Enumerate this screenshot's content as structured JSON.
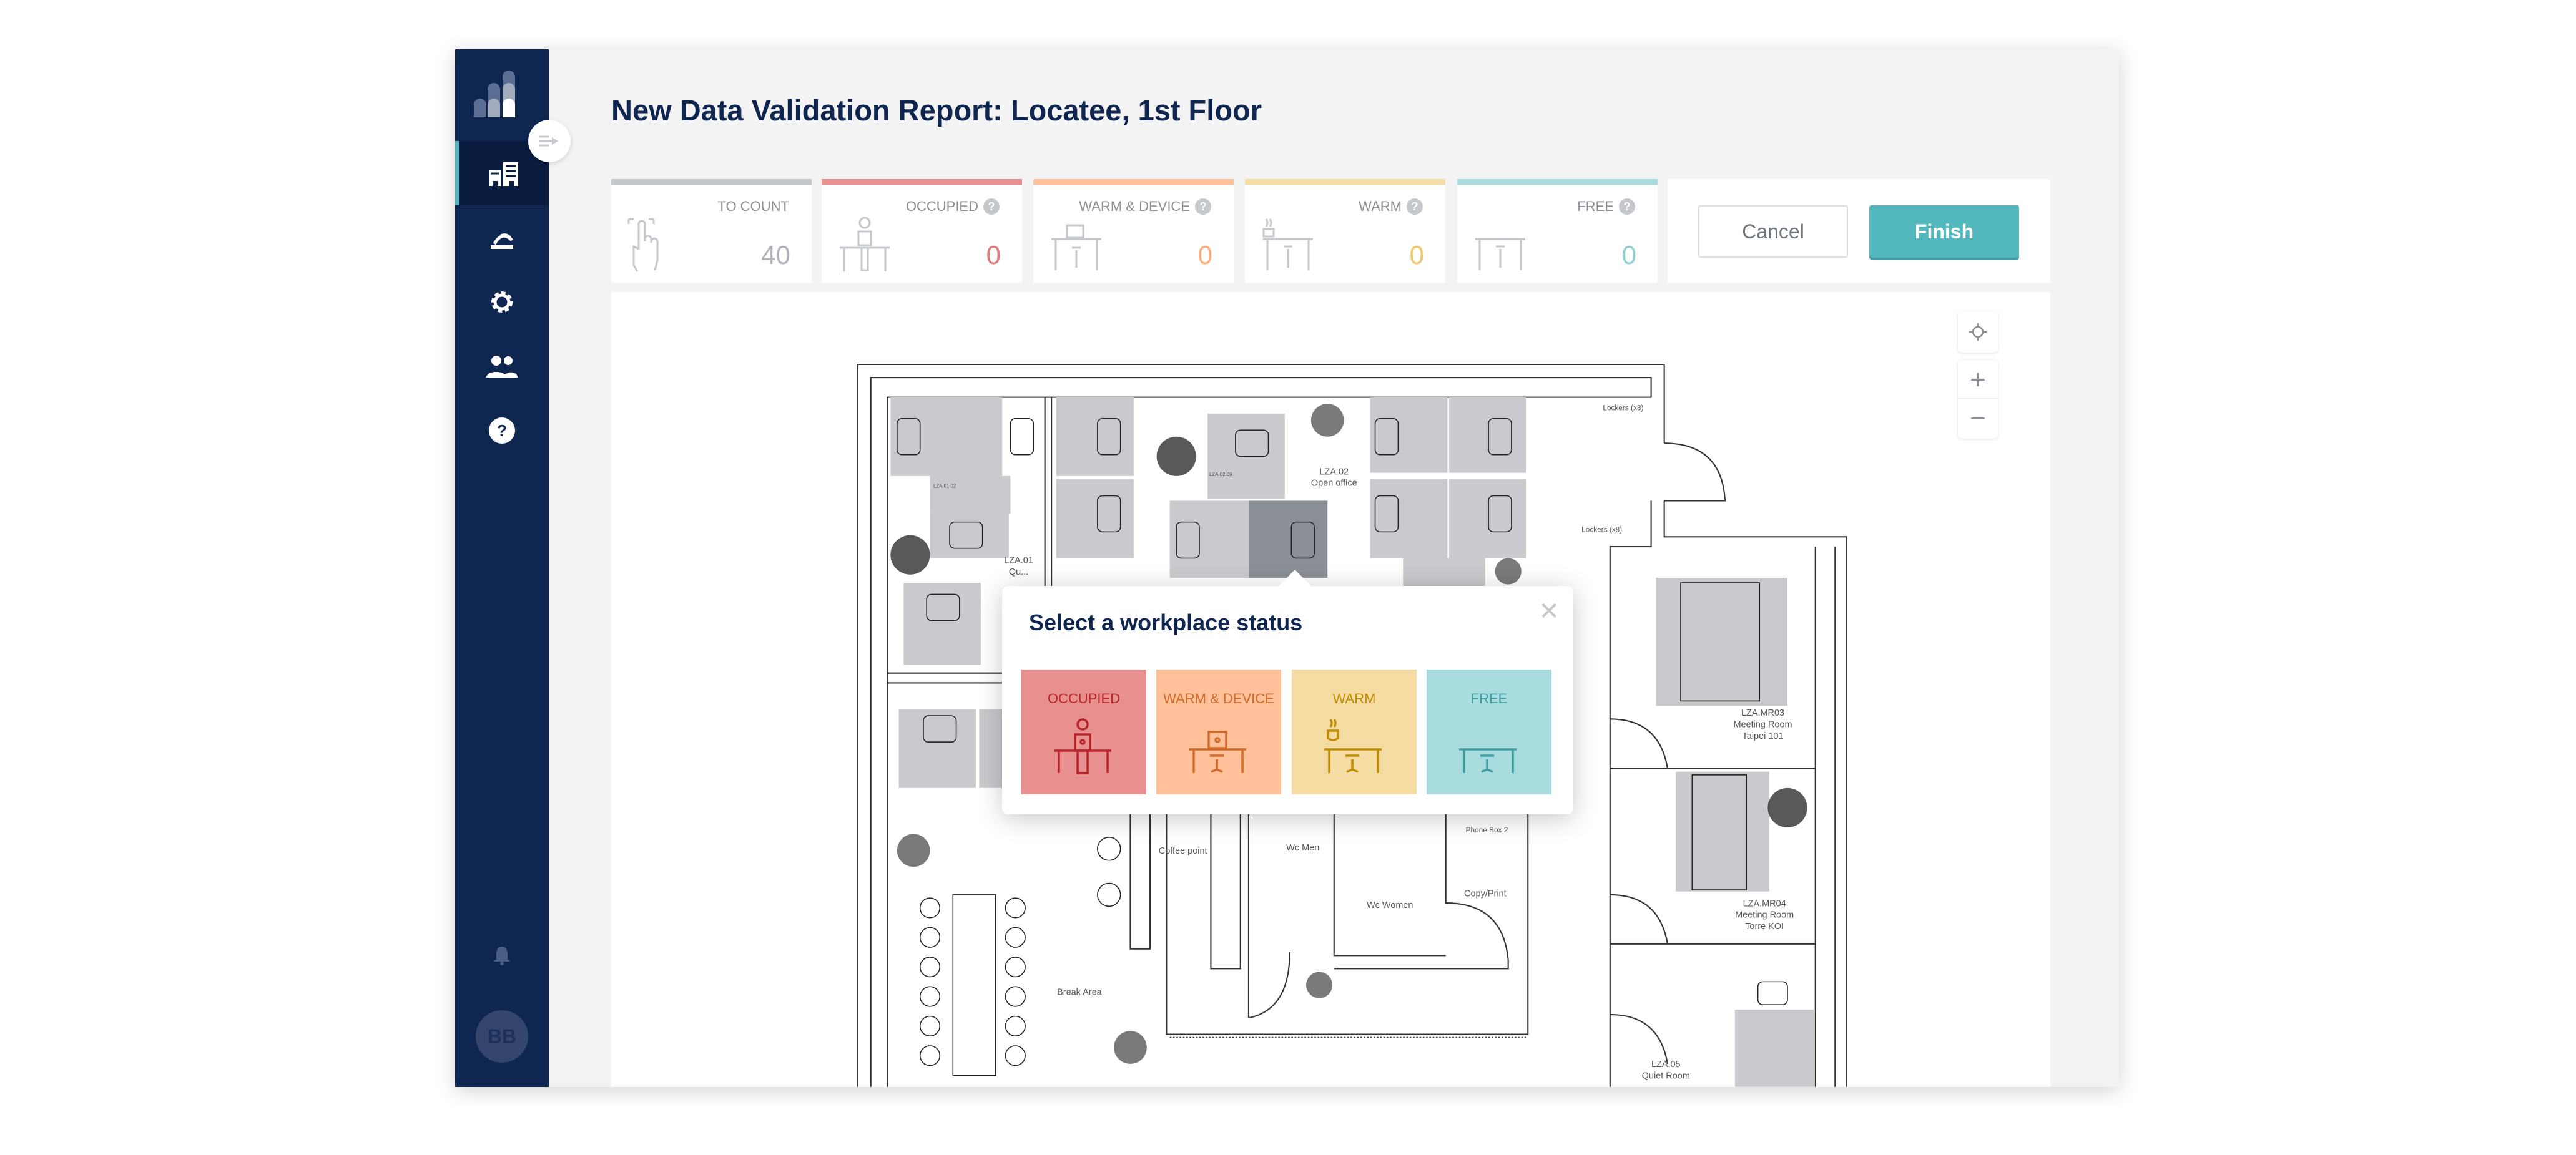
{
  "page": {
    "title": "New Data Validation Report: Locatee, 1st Floor"
  },
  "sidebar": {
    "items": [
      {
        "icon": "building-icon",
        "active": true
      },
      {
        "icon": "reception-icon"
      },
      {
        "icon": "gear-icon"
      },
      {
        "icon": "users-icon"
      },
      {
        "icon": "help-icon"
      }
    ],
    "notifications_icon": "bell-icon",
    "avatar_initials": "BB"
  },
  "stats": [
    {
      "label": "TO COUNT",
      "value": "40",
      "color": "#c4c7cc",
      "value_color": "#b0b4ba"
    },
    {
      "label": "OCCUPIED",
      "value": "0",
      "color": "#e89090",
      "value_color": "#e07a7a",
      "help": "?"
    },
    {
      "label": "WARM & DEVICE",
      "value": "0",
      "color": "#ffc09a",
      "value_color": "#ffab7a",
      "help": "?"
    },
    {
      "label": "WARM",
      "value": "0",
      "color": "#f5dca3",
      "value_color": "#f0c86a",
      "help": "?"
    },
    {
      "label": "FREE",
      "value": "0",
      "color": "#a8dcdf",
      "value_color": "#8fd0d4",
      "help": "?"
    }
  ],
  "actions": {
    "cancel": "Cancel",
    "finish": "Finish"
  },
  "map_controls": {
    "locate": "locate-icon",
    "zoom_in": "+",
    "zoom_out": "−"
  },
  "popup": {
    "title": "Select a workplace status",
    "close": "✕",
    "options": [
      {
        "label": "OCCUPIED",
        "bg": "#e89090",
        "fg": "#b8262b"
      },
      {
        "label": "WARM & DEVICE",
        "bg": "#ffc09a",
        "fg": "#d0692a"
      },
      {
        "label": "WARM",
        "bg": "#f5dca3",
        "fg": "#c08c00"
      },
      {
        "label": "FREE",
        "bg": "#a8dcdf",
        "fg": "#3f9ea3"
      }
    ]
  },
  "floorplan": {
    "lza01": "LZA.01",
    "lza01_sub": "Qu...",
    "lza02": "LZA.02",
    "lza02_sub": "Open office",
    "lockers1": "Lockers (x8)",
    "lockers2": "Lockers (x8)",
    "mr03": "LZA.MR03",
    "mr03_sub": "Meeting Room",
    "mr03_name": "Taipei 101",
    "mr04": "LZA.MR04",
    "mr04_sub": "Meeting Room",
    "mr04_name": "Torre KOI",
    "lza05": "LZA.05",
    "lza05_sub": "Quiet Room",
    "coffee": "Coffee point",
    "wc_men": "Wc Men",
    "wc_women": "Wc Women",
    "copy": "Copy/Print",
    "break": "Break Area",
    "phone": "Phone Box 2",
    "desk_0209": "LZA.02.09",
    "desk_0102": "LZA.01.02"
  }
}
